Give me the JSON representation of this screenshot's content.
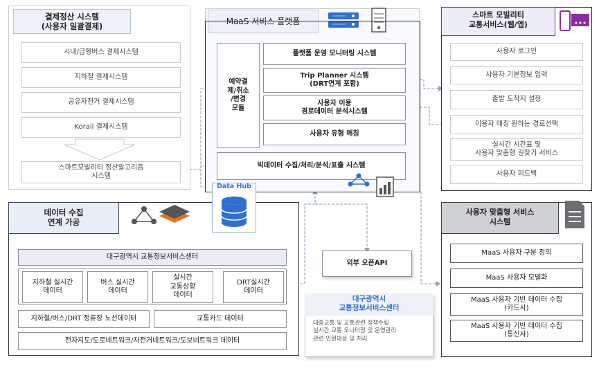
{
  "payment": {
    "title": "결제정산 시스템\n(사용자 일괄결제)",
    "items": [
      "시내/급행버스 결제시스템",
      "지하철 결제시스템",
      "공유자전거 결제시스템",
      "Korail 결제시스템"
    ],
    "algorithm": "스마트모빌리티 정산알고리즘\n시스템"
  },
  "maas": {
    "title": "MaaS 서비스 플랫폼",
    "reservation": "예약결\n제/취소\n/변경\n모듈",
    "modules": [
      "플랫폼 운영 모니터링 시스템",
      "Trip Planner 시스템\n(DRT연계 포함)",
      "사용자 이용\n경로데이터 분석시스템",
      "사용자 유형 매칭"
    ],
    "bigdata": "빅데이터 수집/처리/분석/표출 시스템"
  },
  "smart": {
    "title": "스마트 모빌리티\n교통서비스(웹/앱)",
    "items": [
      "사용자 로그인",
      "사용자 기본정보 입력",
      "출발 도착지 설정",
      "이용자 매칭 원하는 경로선택",
      "실시간 시간표 및\n사용자 맞춤형 길찾기 서비스",
      "사용자 피드백"
    ]
  },
  "data": {
    "title": "데이터 수집\n연계 가공",
    "hub_label": "Data Hub",
    "center": "대구광역시 교통정보서비스센터",
    "sources": [
      "지하철 실시간\n데이터",
      "버스 실시간\n데이터",
      "실시간\n교통상황\n데이터",
      "DRT실시간\n데이터"
    ],
    "route": "지하철/버스/DRT 정류장 노선데이터",
    "card": "교통카드 데이터",
    "network": "전자지도/도로네트워크/자전거네트워크/도보네트워크 데이터"
  },
  "openapi": "외부 오픈API",
  "daegu": {
    "title": "대구광역시\n교통정보서비스센터",
    "desc": "대중교통 및 교통관련 정책수립\n실시간 교통 모니터링 및 운영관리\n관련 민원대응 및 처리"
  },
  "custom": {
    "title": "사용자 맞춤형 서비스\n시스템",
    "items": [
      "MaaS 사용자 구분 정의",
      "MaaS 사용자 모델화",
      "MaaS 사용자 기반 데이터 수집\n(카드사)",
      "MaaS 사용자 기반 데이터 수집\n(통신사)"
    ]
  },
  "colors": {
    "accent": "#2f6fd1",
    "purple": "#8b2d9e",
    "orange": "#e5731e",
    "connector": "#8fa0b8"
  },
  "icons": [
    "server-icon",
    "mobile-icon",
    "network-icon",
    "analytics-icon",
    "database-icon",
    "document-icon",
    "layers-icon"
  ]
}
